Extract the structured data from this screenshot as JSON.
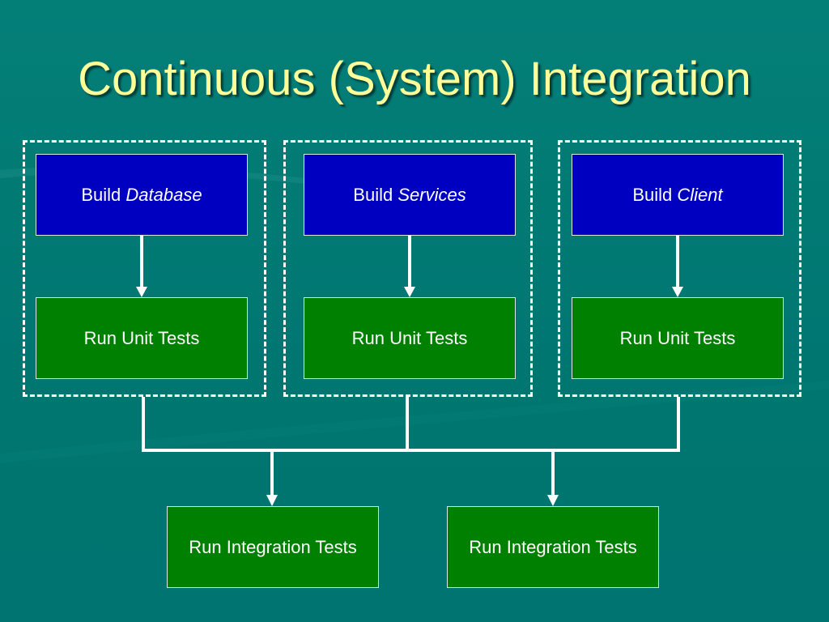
{
  "title": "Continuous (System) Integration",
  "columns": [
    {
      "build_prefix": "Build",
      "build_target": "Database",
      "unit_tests": "Run Unit Tests"
    },
    {
      "build_prefix": "Build",
      "build_target": "Services",
      "unit_tests": "Run Unit Tests"
    },
    {
      "build_prefix": "Build",
      "build_target": "Client",
      "unit_tests": "Run Unit Tests"
    }
  ],
  "integration": [
    {
      "label": "Run Integration Tests"
    },
    {
      "label": "Run Integration Tests"
    }
  ],
  "colors": {
    "background": "#007a73",
    "title": "#ffff99",
    "build_box": "#0000c0",
    "test_box": "#008000",
    "connector": "#ffffff"
  }
}
